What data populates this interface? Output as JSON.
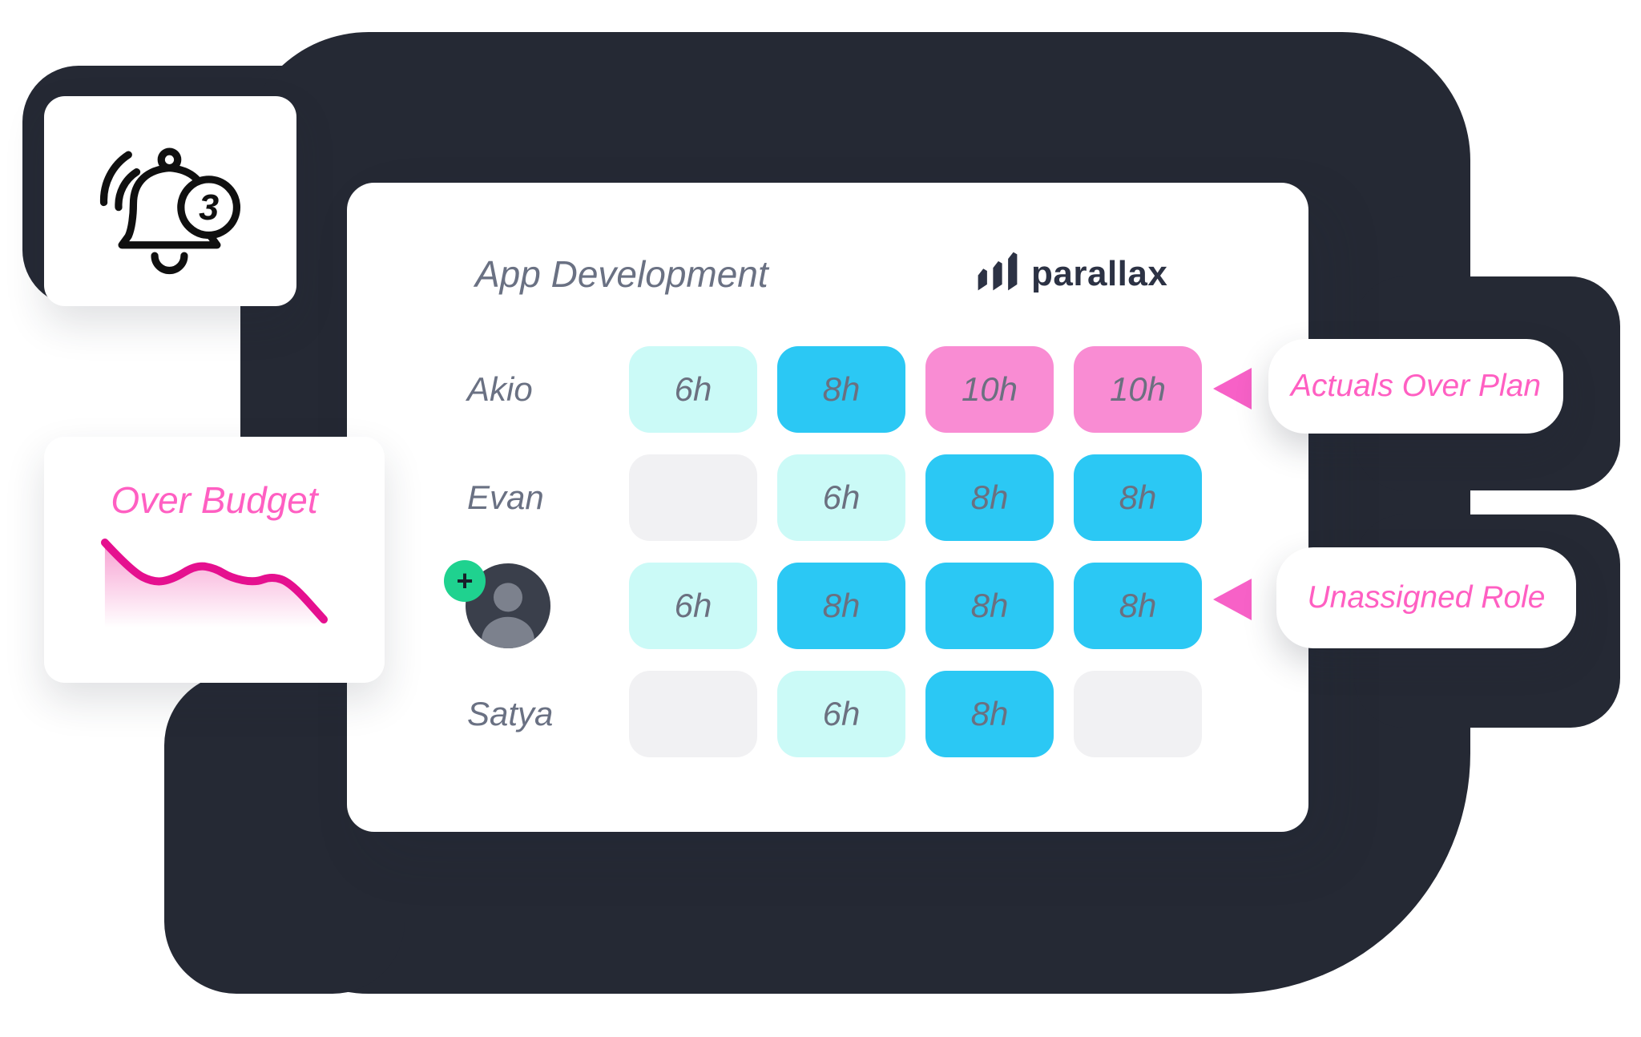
{
  "theme": {
    "blob": "#252934",
    "card": "#ffffff",
    "cyan": "#2bc8f4",
    "cyan_light": "#cbfaf7",
    "pink_cell": "#f98cd3",
    "cell_empty": "#f1f1f3",
    "cell_text": "#6b7080",
    "muted_text": "#6a7183",
    "pink_text": "#ff5fc2",
    "pink_line": "#e5108f",
    "triangle": "#f761c7",
    "logo_color": "#2c3244",
    "badge_green": "#1fd28f",
    "avatar_bg": "#3a3f4b",
    "avatar_fg": "#7c818d",
    "bell_stroke": "#101010"
  },
  "notification_card": {
    "icon": "bell-icon",
    "badge_count": "3"
  },
  "budget_card": {
    "title": "Over Budget",
    "chart": {
      "type": "area",
      "points_x": [
        6,
        40,
        68,
        92,
        122,
        146,
        166,
        196,
        218,
        242,
        284
      ],
      "points_y": [
        14,
        50,
        64,
        60,
        42,
        46,
        58,
        64,
        56,
        64,
        110
      ]
    }
  },
  "main_card": {
    "title": "App Development",
    "logo": {
      "wordmark": "parallax",
      "mark": "three-rising-bars-icon"
    },
    "add_button_label": "+",
    "rows": [
      {
        "name": "Akio",
        "cells": [
          {
            "label": "6h",
            "variant": "light"
          },
          {
            "label": "8h",
            "variant": "cyan"
          },
          {
            "label": "10h",
            "variant": "pink"
          },
          {
            "label": "10h",
            "variant": "pink"
          }
        ]
      },
      {
        "name": "Evan",
        "cells": [
          {
            "label": "",
            "variant": "empty"
          },
          {
            "label": "6h",
            "variant": "light"
          },
          {
            "label": "8h",
            "variant": "cyan"
          },
          {
            "label": "8h",
            "variant": "cyan"
          }
        ]
      },
      {
        "name": "",
        "cells": [
          {
            "label": "6h",
            "variant": "light"
          },
          {
            "label": "8h",
            "variant": "cyan"
          },
          {
            "label": "8h",
            "variant": "cyan"
          },
          {
            "label": "8h",
            "variant": "cyan"
          }
        ]
      },
      {
        "name": "Satya",
        "cells": [
          {
            "label": "",
            "variant": "empty"
          },
          {
            "label": "6h",
            "variant": "light"
          },
          {
            "label": "8h",
            "variant": "cyan"
          },
          {
            "label": "",
            "variant": "empty"
          }
        ]
      }
    ]
  },
  "callouts": [
    {
      "label": "Actuals Over Plan"
    },
    {
      "label": "Unassigned Role"
    }
  ]
}
